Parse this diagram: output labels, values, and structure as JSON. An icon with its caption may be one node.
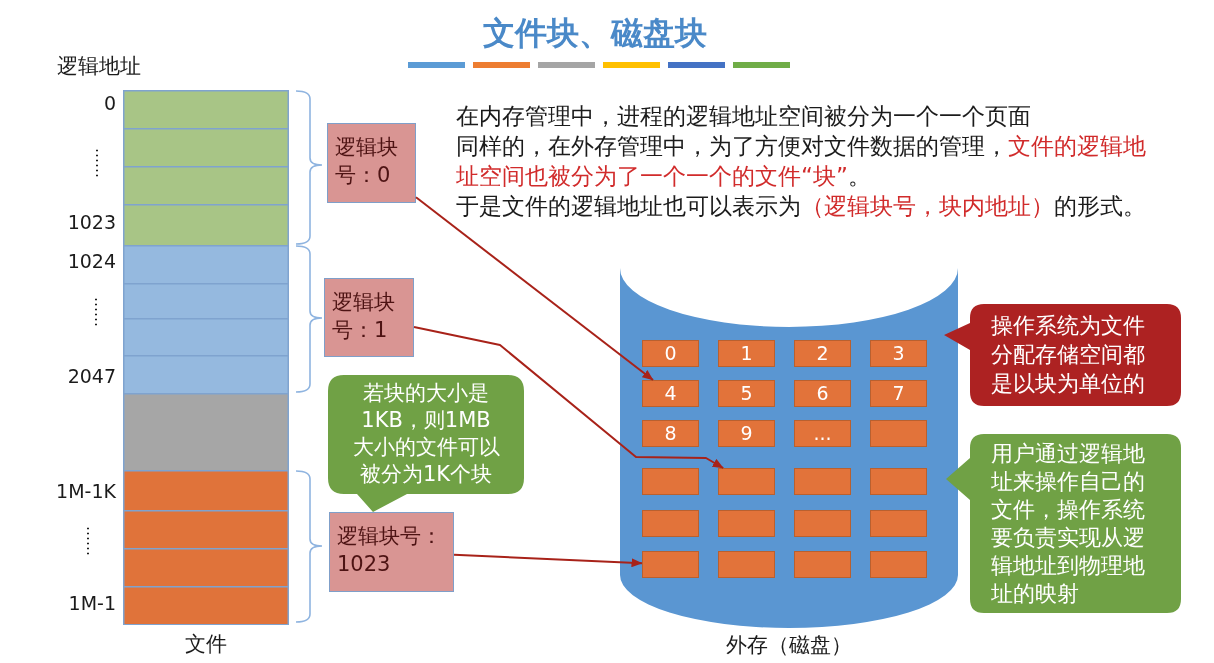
{
  "diagram": {
    "title": "文件块、磁盘块",
    "nodes": [
      {
        "text": [
          "文件"
        ],
        "beside": [
          "逻辑地址",
          "0",
          "……",
          "1023",
          "1024",
          "……",
          "2047",
          "1M-1K",
          "……",
          "1M-1"
        ]
      },
      {
        "text": [
          "逻辑块号：0"
        ]
      },
      {
        "text": [
          "逻辑块号：1"
        ]
      },
      {
        "text": [
          "若块的大小是1KB，则1MB大小的文件可以被分为1K个块"
        ]
      },
      {
        "text": [
          "逻辑块号：1023"
        ]
      },
      {
        "text": [
          "外存（磁盘）"
        ]
      },
      {
        "text": [
          "0"
        ],
        "in": 5
      },
      {
        "text": [
          "1"
        ],
        "in": 5
      },
      {
        "text": [
          "2"
        ],
        "in": 5
      },
      {
        "text": [
          "3"
        ],
        "in": 5
      },
      {
        "text": [
          "4"
        ],
        "in": 5
      },
      {
        "text": [
          "5"
        ],
        "in": 5
      },
      {
        "text": [
          "6"
        ],
        "in": 5
      },
      {
        "text": [
          "7"
        ],
        "in": 5
      },
      {
        "text": [
          "8"
        ],
        "in": 5
      },
      {
        "text": [
          "9"
        ],
        "in": 5
      },
      {
        "text": [
          "..."
        ],
        "in": 5
      },
      {
        "text": [],
        "shape": "box",
        "in": 5
      },
      {
        "text": [],
        "shape": "box",
        "in": 5
      },
      {
        "text": [],
        "shape": "box",
        "in": 5
      },
      {
        "text": [],
        "shape": "box",
        "in": 5
      },
      {
        "text": [],
        "shape": "box",
        "in": 5
      },
      {
        "text": [],
        "shape": "box",
        "in": 5
      },
      {
        "text": [],
        "shape": "box",
        "in": 5
      },
      {
        "text": [],
        "shape": "box",
        "in": 5
      },
      {
        "text": [],
        "shape": "box",
        "in": 5
      },
      {
        "text": [],
        "shape": "box",
        "in": 5
      },
      {
        "text": [],
        "shape": "box",
        "in": 5
      },
      {
        "text": [],
        "shape": "box",
        "in": 5
      },
      {
        "text": [],
        "shape": "box",
        "in": 5
      },
      {
        "text": [
          "操作系统为文件分配存储空间都是以块为单位的"
        ]
      },
      {
        "text": [
          "用户通过逻辑地址来操作自己的文件，操作系统要负责实现从逻辑地址到物理地址的映射"
        ]
      }
    ],
    "edges": [
      {
        "from": 1,
        "to": 10,
        "arrow": "to"
      },
      {
        "from": 2,
        "to": 19,
        "arrow": "to"
      },
      {
        "from": 4,
        "to": 26,
        "arrow": "to"
      }
    ],
    "labels": [
      "在内存管理中，进程的逻辑地址空间被分为一个一个页面",
      "同样的，在外存管理中，为了方便对文件数据的管理，**文件的逻辑地址空间也被分为了一个一个的文件“块”**。",
      "于是文件的逻辑地址也可以表示为**（逻辑块号，块内地址）**的形式。"
    ]
  }
}
